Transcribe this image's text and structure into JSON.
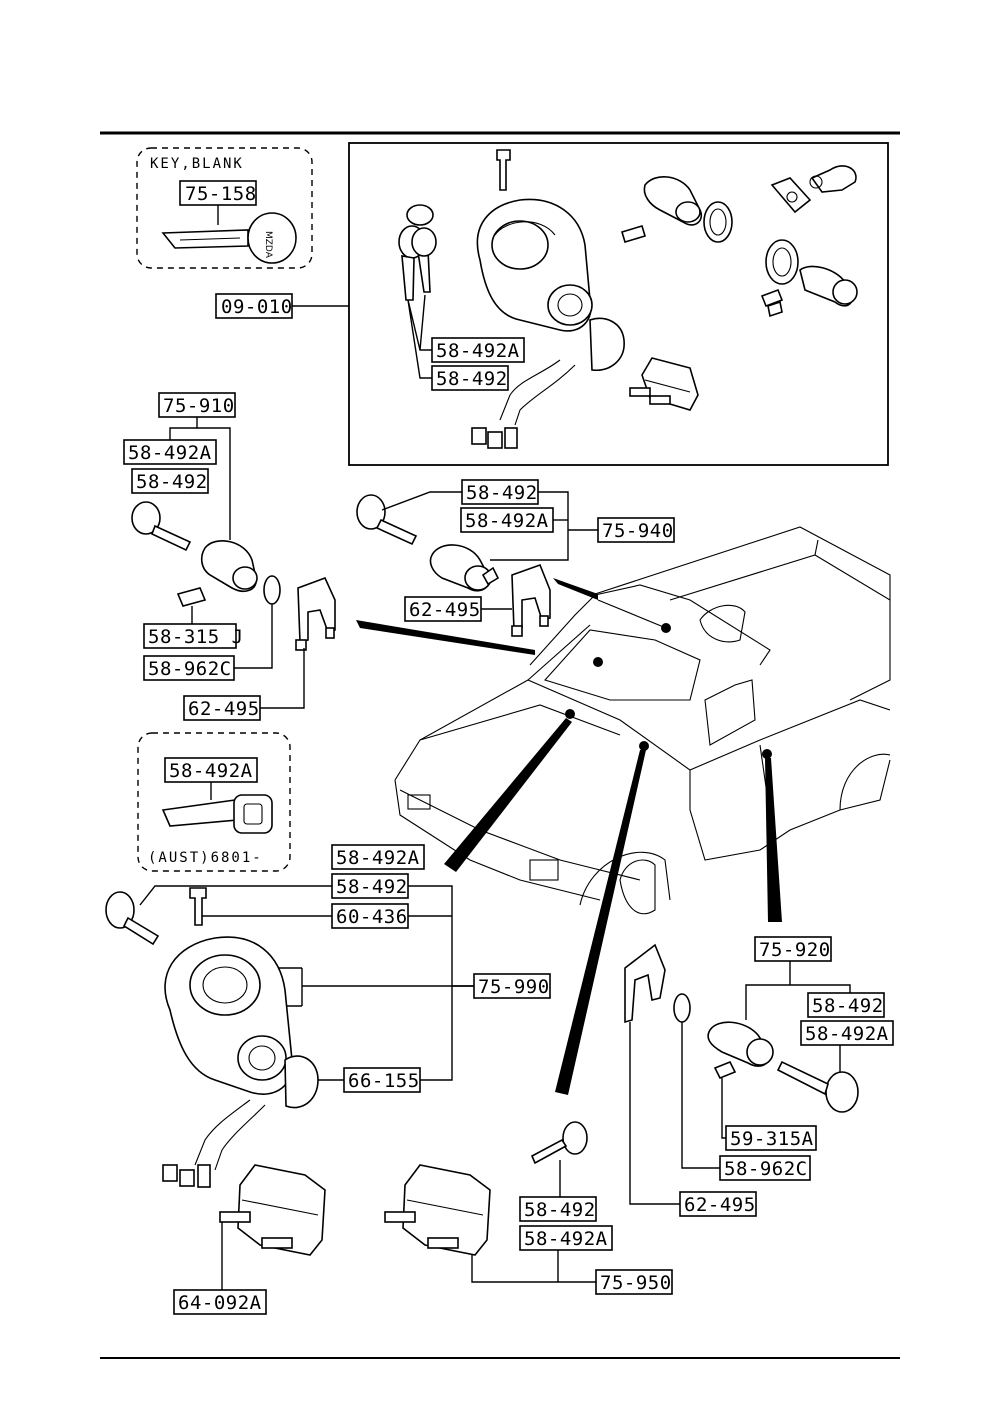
{
  "boxes": {
    "key_blank": {
      "title": "KEY,BLANK",
      "part": "75-158"
    },
    "aust_key": {
      "part": "58-492A",
      "note": "(AUST)6801-"
    }
  },
  "labels": {
    "set_09_010": "09-010",
    "top_58_492a": "58-492A",
    "top_58_492": "58-492",
    "left_75_910": "75-910",
    "left_58_492a": "58-492A",
    "left_58_492": "58-492",
    "left_58_315j": "58-315 J",
    "left_58_962c": "58-962C",
    "left_62_495": "62-495",
    "mid_58_492": "58-492",
    "mid_58_492a": "58-492A",
    "mid_75_940": "75-940",
    "mid_62_495": "62-495",
    "ign_58_492a": "58-492A",
    "ign_58_492": "58-492",
    "ign_60_436": "60-436",
    "ign_75_990": "75-990",
    "ign_66_155": "66-155",
    "bottom_64_092a": "64-092A",
    "bottom_58_492": "58-492",
    "bottom_58_492a": "58-492A",
    "bottom_75_950": "75-950",
    "right_75_920": "75-920",
    "right_58_492": "58-492",
    "right_58_492a": "58-492A",
    "right_59_315a": "59-315A",
    "right_58_962c": "58-962C",
    "right_62_495": "62-495"
  }
}
